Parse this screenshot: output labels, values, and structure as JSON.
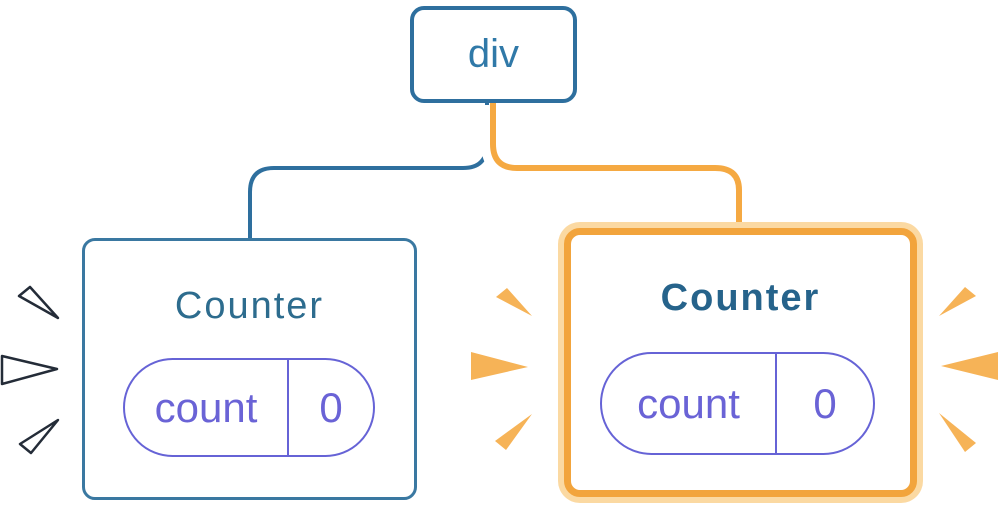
{
  "diagram": {
    "description": "React component tree: a div root with two Counter children; the right Counter is highlighted orange with sparks, the left Counter has outlined sparks",
    "root": {
      "label": "div"
    },
    "children": [
      {
        "title": "Counter",
        "highlighted": false,
        "state": {
          "key": "count",
          "value": "0"
        }
      },
      {
        "title": "Counter",
        "highlighted": true,
        "state": {
          "key": "count",
          "value": "0"
        }
      }
    ]
  },
  "colors": {
    "blue_line": "#2E6F9E",
    "card_border_blue": "#3A78A1",
    "node_text_blue": "#3079A8",
    "title_blue": "#2D6C8E",
    "title_blue_bold": "#26638B",
    "violet": "#6663D6",
    "violet_text": "#6A63D6",
    "orange": "#F2A43C",
    "orange_light": "#FBD9A2",
    "orange_line": "#F5A942",
    "spark_orange": "#F6B357",
    "spark_outline": "#242C38",
    "casing_white": "#FFFFFF"
  }
}
